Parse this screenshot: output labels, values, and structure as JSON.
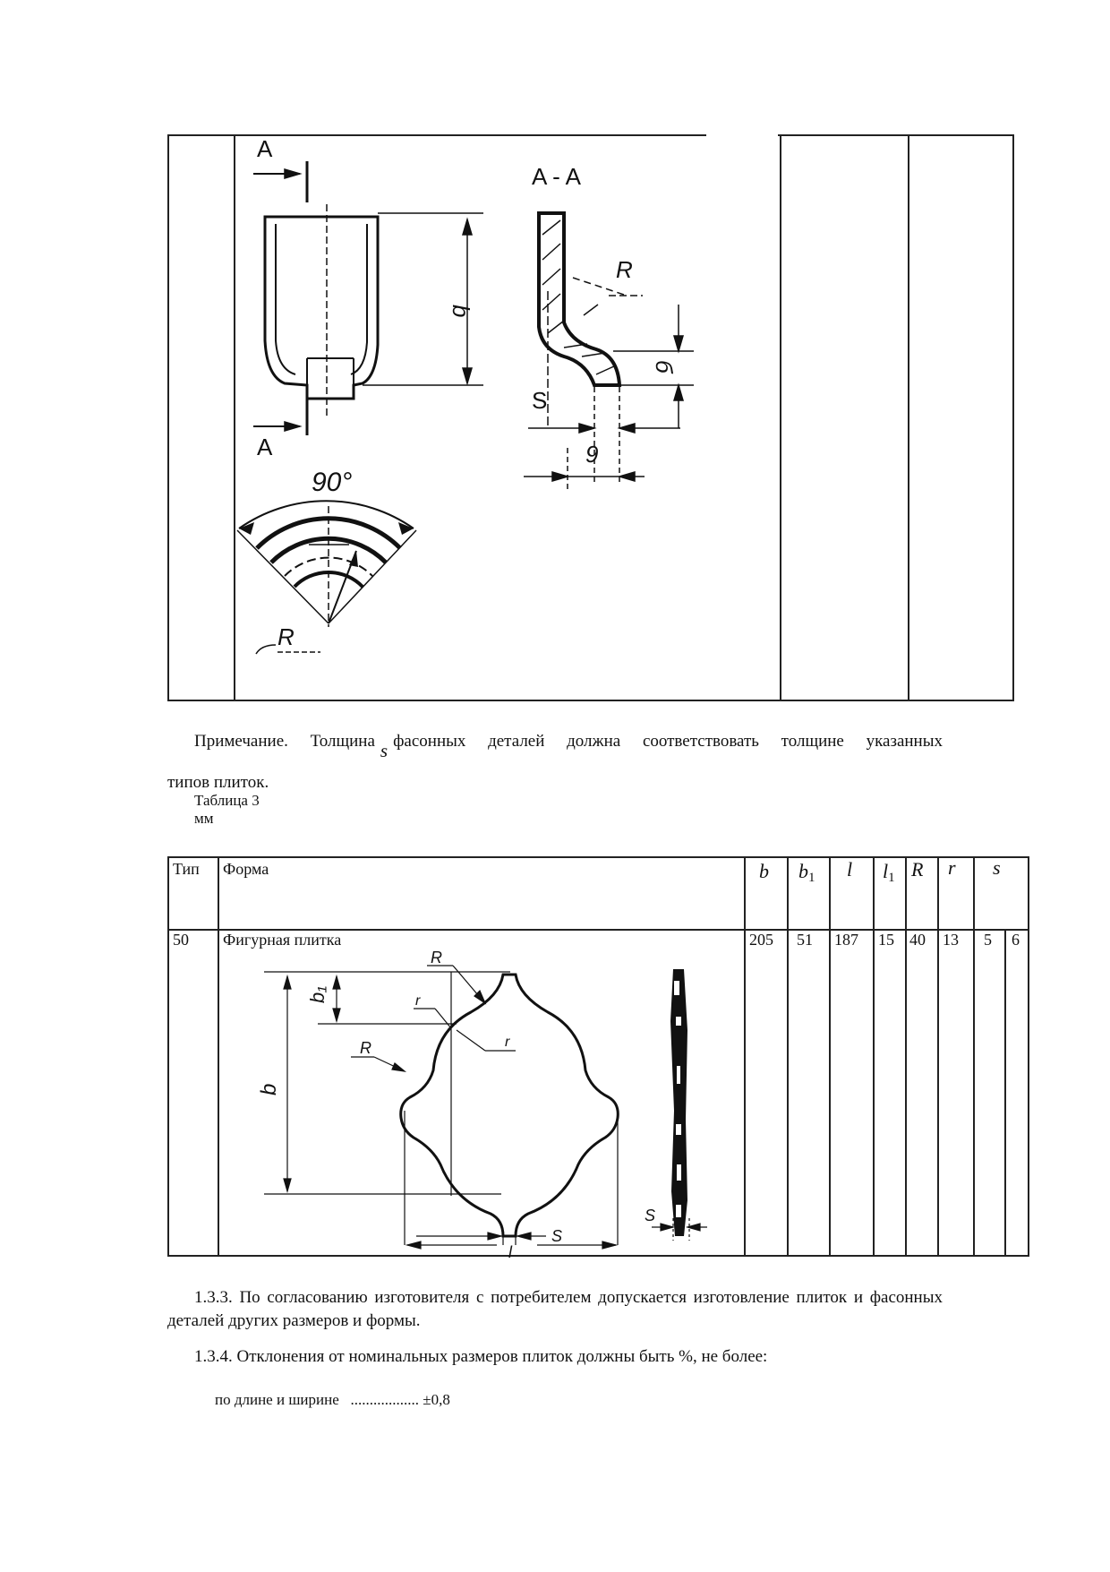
{
  "top_figure": {
    "section_label_top": "A",
    "section_label_bottom": "A",
    "section_title": "A - A",
    "dim_b": "b",
    "dim_R": "R",
    "dim_s": "S",
    "dim_9": "9",
    "angle": "90°",
    "arc_R": "R",
    "dim_small_r": "б"
  },
  "note": {
    "line1_before": "Примечание.  Толщина",
    "symbol": "s",
    "line1_after": "фасонных  деталей  должна  соответствовать  толщине  указанных",
    "line2": "типов плиток."
  },
  "table3": {
    "caption": "Таблица 3",
    "units": "мм",
    "headers": {
      "type": "Тип",
      "form": "Форма",
      "b": "b",
      "b1": "b",
      "b1_sub": "1",
      "l": "l",
      "l1": "l",
      "l1_sub": "1",
      "R": "R",
      "r": "r",
      "s": "s"
    },
    "row": {
      "type": "50",
      "form": "Фигурная плитка",
      "b": "205",
      "b1": "51",
      "l": "187",
      "l1": "15",
      "R": "40",
      "r": "13",
      "s1": "5",
      "s2": "6"
    },
    "figure": {
      "R_top": "R",
      "r_left": "r",
      "r_right": "r",
      "R_left": "R",
      "b1": "b₁",
      "b": "b",
      "s": "S",
      "s_profile": "S",
      "l": "l"
    }
  },
  "paragraphs": {
    "p133": "1.3.3. По согласованию изготовителя с потребителем допускается изготовление плиток и фасонных деталей других размеров и формы.",
    "p134": "1.3.4. Отклонения от номинальных размеров плиток должны быть %, не более:",
    "tolerance": "по длине и ширине   .................. ±0,8"
  }
}
